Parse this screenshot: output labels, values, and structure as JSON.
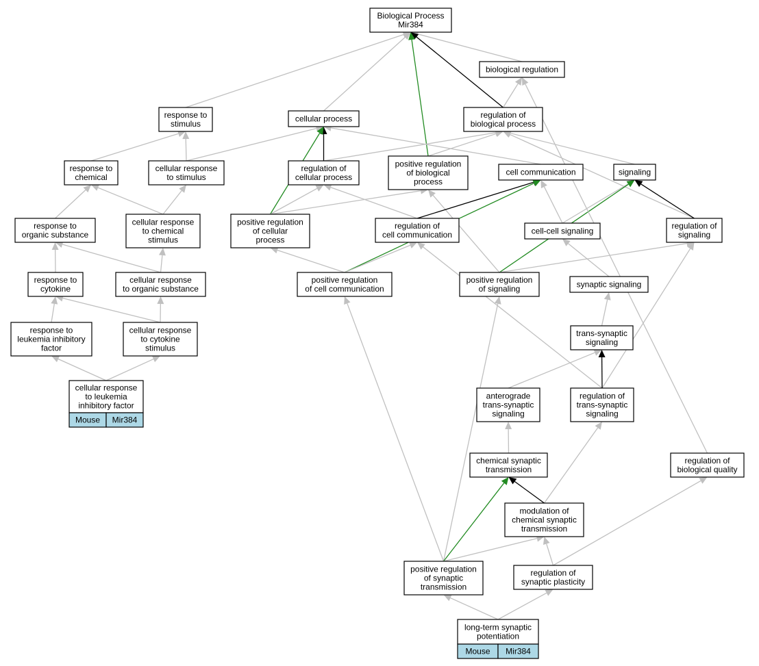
{
  "colors": {
    "is_a": "#c0c0c0",
    "regulates": "#000000",
    "positively_regulates": "#228b22",
    "tag_fill": "#add8e6"
  },
  "nodes": {
    "root": {
      "lines": [
        "Biological Process",
        "Mir384"
      ]
    },
    "bioreg": {
      "lines": [
        "biological regulation"
      ]
    },
    "respstim": {
      "lines": [
        "response to",
        "stimulus"
      ]
    },
    "cellproc": {
      "lines": [
        "cellular process"
      ]
    },
    "regbio": {
      "lines": [
        "regulation of",
        "biological process"
      ]
    },
    "respchem": {
      "lines": [
        "response to",
        "chemical"
      ]
    },
    "cellrespstim": {
      "lines": [
        "cellular response",
        "to stimulus"
      ]
    },
    "regcell": {
      "lines": [
        "regulation of",
        "cellular process"
      ]
    },
    "posregbio": {
      "lines": [
        "positive regulation",
        "of biological",
        "process"
      ]
    },
    "cellcomm": {
      "lines": [
        "cell communication"
      ]
    },
    "signaling": {
      "lines": [
        "signaling"
      ]
    },
    "resporg": {
      "lines": [
        "response to",
        "organic substance"
      ]
    },
    "cellrespchem": {
      "lines": [
        "cellular response",
        "to chemical",
        "stimulus"
      ]
    },
    "posregcell": {
      "lines": [
        "positive regulation",
        "of cellular",
        "process"
      ]
    },
    "regcellcomm": {
      "lines": [
        "regulation of",
        "cell communication"
      ]
    },
    "ccsig": {
      "lines": [
        "cell-cell signaling"
      ]
    },
    "regsig": {
      "lines": [
        "regulation of",
        "signaling"
      ]
    },
    "respcyt": {
      "lines": [
        "response to",
        "cytokine"
      ]
    },
    "cellresporg": {
      "lines": [
        "cellular response",
        "to organic substance"
      ]
    },
    "posregcellcomm": {
      "lines": [
        "positive regulation",
        "of cell communication"
      ]
    },
    "posregsig": {
      "lines": [
        "positive regulation",
        "of signaling"
      ]
    },
    "synsig": {
      "lines": [
        "synaptic signaling"
      ]
    },
    "resplif": {
      "lines": [
        "response to",
        "leukemia inhibitory",
        "factor"
      ]
    },
    "cellrespcyt": {
      "lines": [
        "cellular response",
        "to cytokine",
        "stimulus"
      ]
    },
    "transsyn": {
      "lines": [
        "trans-synaptic",
        "signaling"
      ]
    },
    "cellresplif": {
      "lines": [
        "cellular response",
        "to leukemia",
        "inhibitory factor"
      ],
      "tags": [
        "Mouse",
        "Mir384"
      ]
    },
    "antero": {
      "lines": [
        "anterograde",
        "trans-synaptic",
        "signaling"
      ]
    },
    "regtranssyn": {
      "lines": [
        "regulation of",
        "trans-synaptic",
        "signaling"
      ]
    },
    "chemsyn": {
      "lines": [
        "chemical synaptic",
        "transmission"
      ]
    },
    "regbioqual": {
      "lines": [
        "regulation of",
        "biological quality"
      ]
    },
    "modchemsyn": {
      "lines": [
        "modulation of",
        "chemical synaptic",
        "transmission"
      ]
    },
    "posregsyn": {
      "lines": [
        "positive regulation",
        "of synaptic",
        "transmission"
      ]
    },
    "regsynplast": {
      "lines": [
        "regulation of",
        "synaptic plasticity"
      ]
    },
    "ltp": {
      "lines": [
        "long-term synaptic",
        "potentiation"
      ],
      "tags": [
        "Mouse",
        "Mir384"
      ]
    }
  },
  "edges": [
    {
      "from": "bioreg",
      "to": "root",
      "type": "is_a"
    },
    {
      "from": "respstim",
      "to": "root",
      "type": "is_a"
    },
    {
      "from": "cellproc",
      "to": "root",
      "type": "is_a"
    },
    {
      "from": "regbio",
      "to": "root",
      "type": "regulates"
    },
    {
      "from": "posregbio",
      "to": "root",
      "type": "positively_regulates"
    },
    {
      "from": "regbio",
      "to": "bioreg",
      "type": "is_a"
    },
    {
      "from": "respchem",
      "to": "respstim",
      "type": "is_a"
    },
    {
      "from": "cellrespstim",
      "to": "respstim",
      "type": "is_a"
    },
    {
      "from": "cellrespstim",
      "to": "cellproc",
      "type": "is_a"
    },
    {
      "from": "regcell",
      "to": "cellproc",
      "type": "regulates"
    },
    {
      "from": "posregcell",
      "to": "cellproc",
      "type": "positively_regulates"
    },
    {
      "from": "cellcomm",
      "to": "cellproc",
      "type": "is_a"
    },
    {
      "from": "regcell",
      "to": "regbio",
      "type": "is_a"
    },
    {
      "from": "posregbio",
      "to": "regbio",
      "type": "is_a"
    },
    {
      "from": "signaling",
      "to": "regbio",
      "type": "is_a"
    },
    {
      "from": "regsig",
      "to": "regbio",
      "type": "is_a"
    },
    {
      "from": "resporg",
      "to": "respchem",
      "type": "is_a"
    },
    {
      "from": "cellrespchem",
      "to": "respchem",
      "type": "is_a"
    },
    {
      "from": "cellrespchem",
      "to": "cellrespstim",
      "type": "is_a"
    },
    {
      "from": "posregcell",
      "to": "regcell",
      "type": "is_a"
    },
    {
      "from": "regcellcomm",
      "to": "regcell",
      "type": "is_a"
    },
    {
      "from": "posregcell",
      "to": "posregbio",
      "type": "is_a"
    },
    {
      "from": "posregsig",
      "to": "posregbio",
      "type": "is_a"
    },
    {
      "from": "regcellcomm",
      "to": "cellcomm",
      "type": "regulates"
    },
    {
      "from": "posregcellcomm",
      "to": "cellcomm",
      "type": "positively_regulates"
    },
    {
      "from": "ccsig",
      "to": "cellcomm",
      "type": "is_a"
    },
    {
      "from": "ccsig",
      "to": "signaling",
      "type": "is_a"
    },
    {
      "from": "regsig",
      "to": "signaling",
      "type": "regulates"
    },
    {
      "from": "posregsig",
      "to": "signaling",
      "type": "positively_regulates"
    },
    {
      "from": "respcyt",
      "to": "resporg",
      "type": "is_a"
    },
    {
      "from": "cellresporg",
      "to": "resporg",
      "type": "is_a"
    },
    {
      "from": "cellresporg",
      "to": "cellrespchem",
      "type": "is_a"
    },
    {
      "from": "posregcellcomm",
      "to": "posregcell",
      "type": "is_a"
    },
    {
      "from": "posregcellcomm",
      "to": "regcellcomm",
      "type": "is_a"
    },
    {
      "from": "regtranssyn",
      "to": "regcellcomm",
      "type": "is_a"
    },
    {
      "from": "synsig",
      "to": "ccsig",
      "type": "is_a"
    },
    {
      "from": "posregsig",
      "to": "regsig",
      "type": "is_a"
    },
    {
      "from": "regtranssyn",
      "to": "regsig",
      "type": "is_a"
    },
    {
      "from": "resplif",
      "to": "respcyt",
      "type": "is_a"
    },
    {
      "from": "cellrespcyt",
      "to": "respcyt",
      "type": "is_a"
    },
    {
      "from": "cellrespcyt",
      "to": "cellresporg",
      "type": "is_a"
    },
    {
      "from": "posregsyn",
      "to": "posregcellcomm",
      "type": "is_a"
    },
    {
      "from": "posregsyn",
      "to": "posregsig",
      "type": "is_a"
    },
    {
      "from": "transsyn",
      "to": "synsig",
      "type": "is_a"
    },
    {
      "from": "cellresplif",
      "to": "resplif",
      "type": "is_a"
    },
    {
      "from": "cellresplif",
      "to": "cellrespcyt",
      "type": "is_a"
    },
    {
      "from": "antero",
      "to": "transsyn",
      "type": "is_a"
    },
    {
      "from": "regtranssyn",
      "to": "transsyn",
      "type": "regulates"
    },
    {
      "from": "chemsyn",
      "to": "antero",
      "type": "is_a"
    },
    {
      "from": "modchemsyn",
      "to": "regtranssyn",
      "type": "is_a"
    },
    {
      "from": "modchemsyn",
      "to": "chemsyn",
      "type": "regulates"
    },
    {
      "from": "posregsyn",
      "to": "chemsyn",
      "type": "positively_regulates"
    },
    {
      "from": "regbioqual",
      "to": "bioreg",
      "type": "is_a"
    },
    {
      "from": "posregsyn",
      "to": "modchemsyn",
      "type": "is_a"
    },
    {
      "from": "regsynplast",
      "to": "modchemsyn",
      "type": "is_a"
    },
    {
      "from": "regsynplast",
      "to": "regbioqual",
      "type": "is_a"
    },
    {
      "from": "ltp",
      "to": "posregsyn",
      "type": "is_a"
    },
    {
      "from": "ltp",
      "to": "regsynplast",
      "type": "is_a"
    }
  ]
}
